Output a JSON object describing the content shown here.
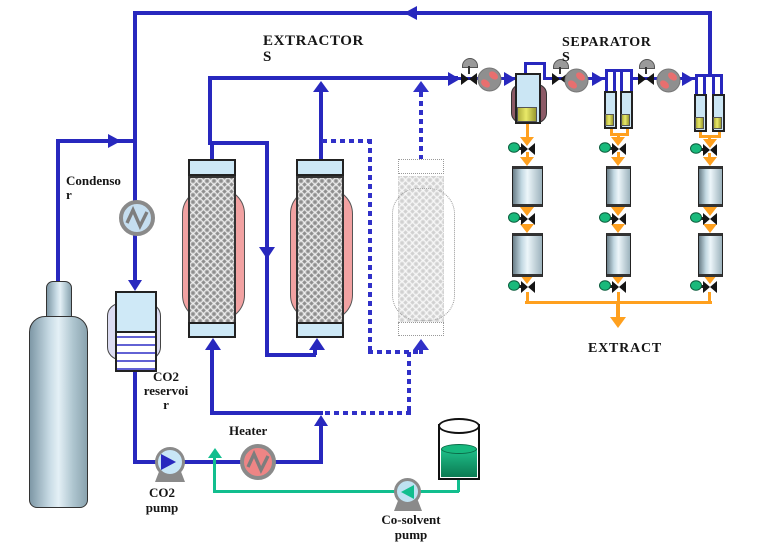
{
  "labels": {
    "extractors": [
      "EXTRACTOR",
      "S"
    ],
    "separators": [
      "SEPARATOR",
      "S"
    ],
    "condenser": [
      "Condenso",
      "r"
    ],
    "co2_reservoir": [
      "CO2",
      "reservoi",
      "r"
    ],
    "co2_pump": [
      "CO2",
      "pump"
    ],
    "heater": "Heater",
    "cosolvent_pump": [
      "Co-solvent",
      "pump"
    ],
    "extract": "EXTRACT"
  },
  "colors": {
    "co2_line": "#2828BE",
    "extract_line": "#FFA01E",
    "cosolvent_line": "#12BE8E",
    "extractor_jacket": "#F2A2A2",
    "vessel_cap_fill": "#CDE8F6",
    "separator_fill": "#CBE6F4",
    "separator_bottom": "#E9E968",
    "separator_jacket": "#8C5A66",
    "green_valve": "#19B97B",
    "heater_fill": "#EE8585",
    "condenser_fill": "#C5DEF0",
    "hx_body": "#8F8F8F",
    "hx_blade": "#E86F6F"
  }
}
